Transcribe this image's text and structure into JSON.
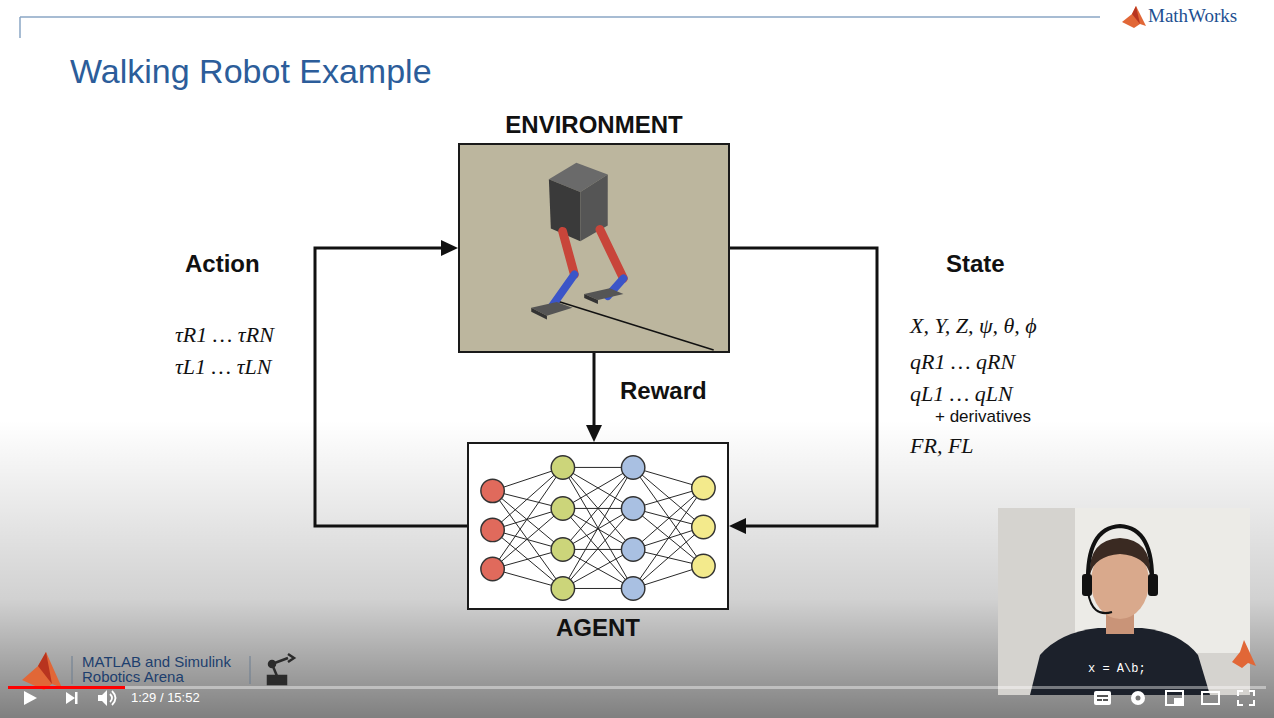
{
  "diagram": {
    "title": "Walking Robot Example",
    "nodes": [
      {
        "text": [
          "ENVIRONMENT"
        ]
      },
      {
        "text": [
          "AGENT"
        ]
      }
    ],
    "edges": [
      {
        "from": 0,
        "to": 1,
        "label": "Reward",
        "arrow": "to"
      },
      {
        "from": 1,
        "to": 0,
        "label": "Action",
        "arrow": "to"
      },
      {
        "from": 0,
        "to": 1,
        "label": "State",
        "arrow": "to"
      }
    ],
    "labels": [
      "MathWorks",
      "τR1 … τRN",
      "τL1 … τLN",
      "X, Y, Z, ψ, θ, ϕ",
      "qR1 … qRN",
      "qL1 … qLN",
      "+ derivatives",
      "FR, FL",
      "MATLAB and Simulink",
      "Robotics Arena",
      "1:29 / 15:52",
      "x = A\\b;"
    ]
  }
}
